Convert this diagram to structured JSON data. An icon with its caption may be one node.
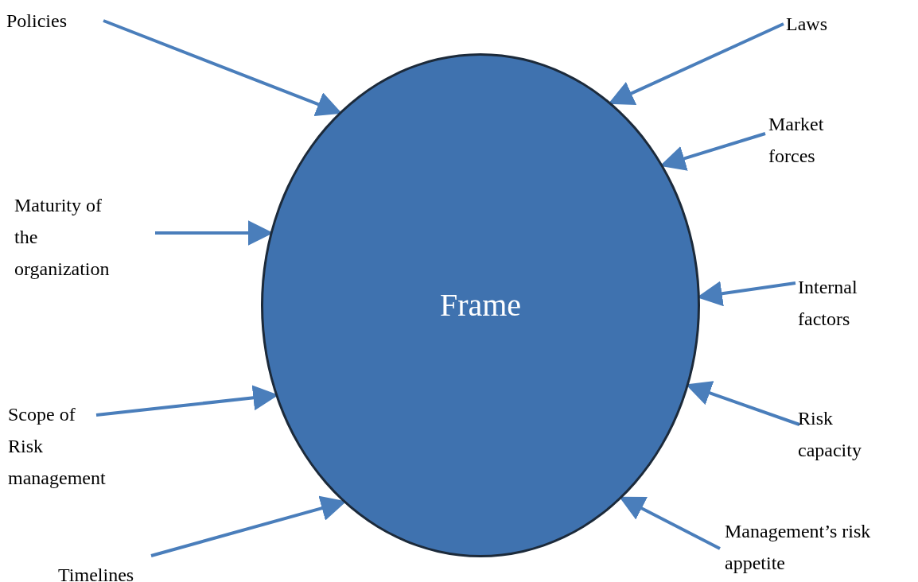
{
  "diagram": {
    "nodes": [
      {
        "text": [
          "Frame"
        ]
      },
      {
        "text": [
          "Policies"
        ]
      },
      {
        "text": [
          "Laws"
        ]
      },
      {
        "text": [
          "Market forces"
        ]
      },
      {
        "text": [
          "Maturity of the organization"
        ]
      },
      {
        "text": [
          "Internal factors"
        ]
      },
      {
        "text": [
          "Scope of Risk management"
        ]
      },
      {
        "text": [
          "Risk capacity"
        ]
      },
      {
        "text": [
          "Timelines"
        ]
      },
      {
        "text": [
          "Management’s risk appetite"
        ]
      }
    ],
    "edges": [
      {
        "from": 1,
        "to": 0,
        "arrow": "to"
      },
      {
        "from": 2,
        "to": 0,
        "arrow": "to"
      },
      {
        "from": 3,
        "to": 0,
        "arrow": "to"
      },
      {
        "from": 4,
        "to": 0,
        "arrow": "to"
      },
      {
        "from": 5,
        "to": 0,
        "arrow": "to"
      },
      {
        "from": 6,
        "to": 0,
        "arrow": "to"
      },
      {
        "from": 7,
        "to": 0,
        "arrow": "to"
      },
      {
        "from": 8,
        "to": 0,
        "arrow": "to"
      },
      {
        "from": 9,
        "to": 0,
        "arrow": "to"
      }
    ]
  }
}
